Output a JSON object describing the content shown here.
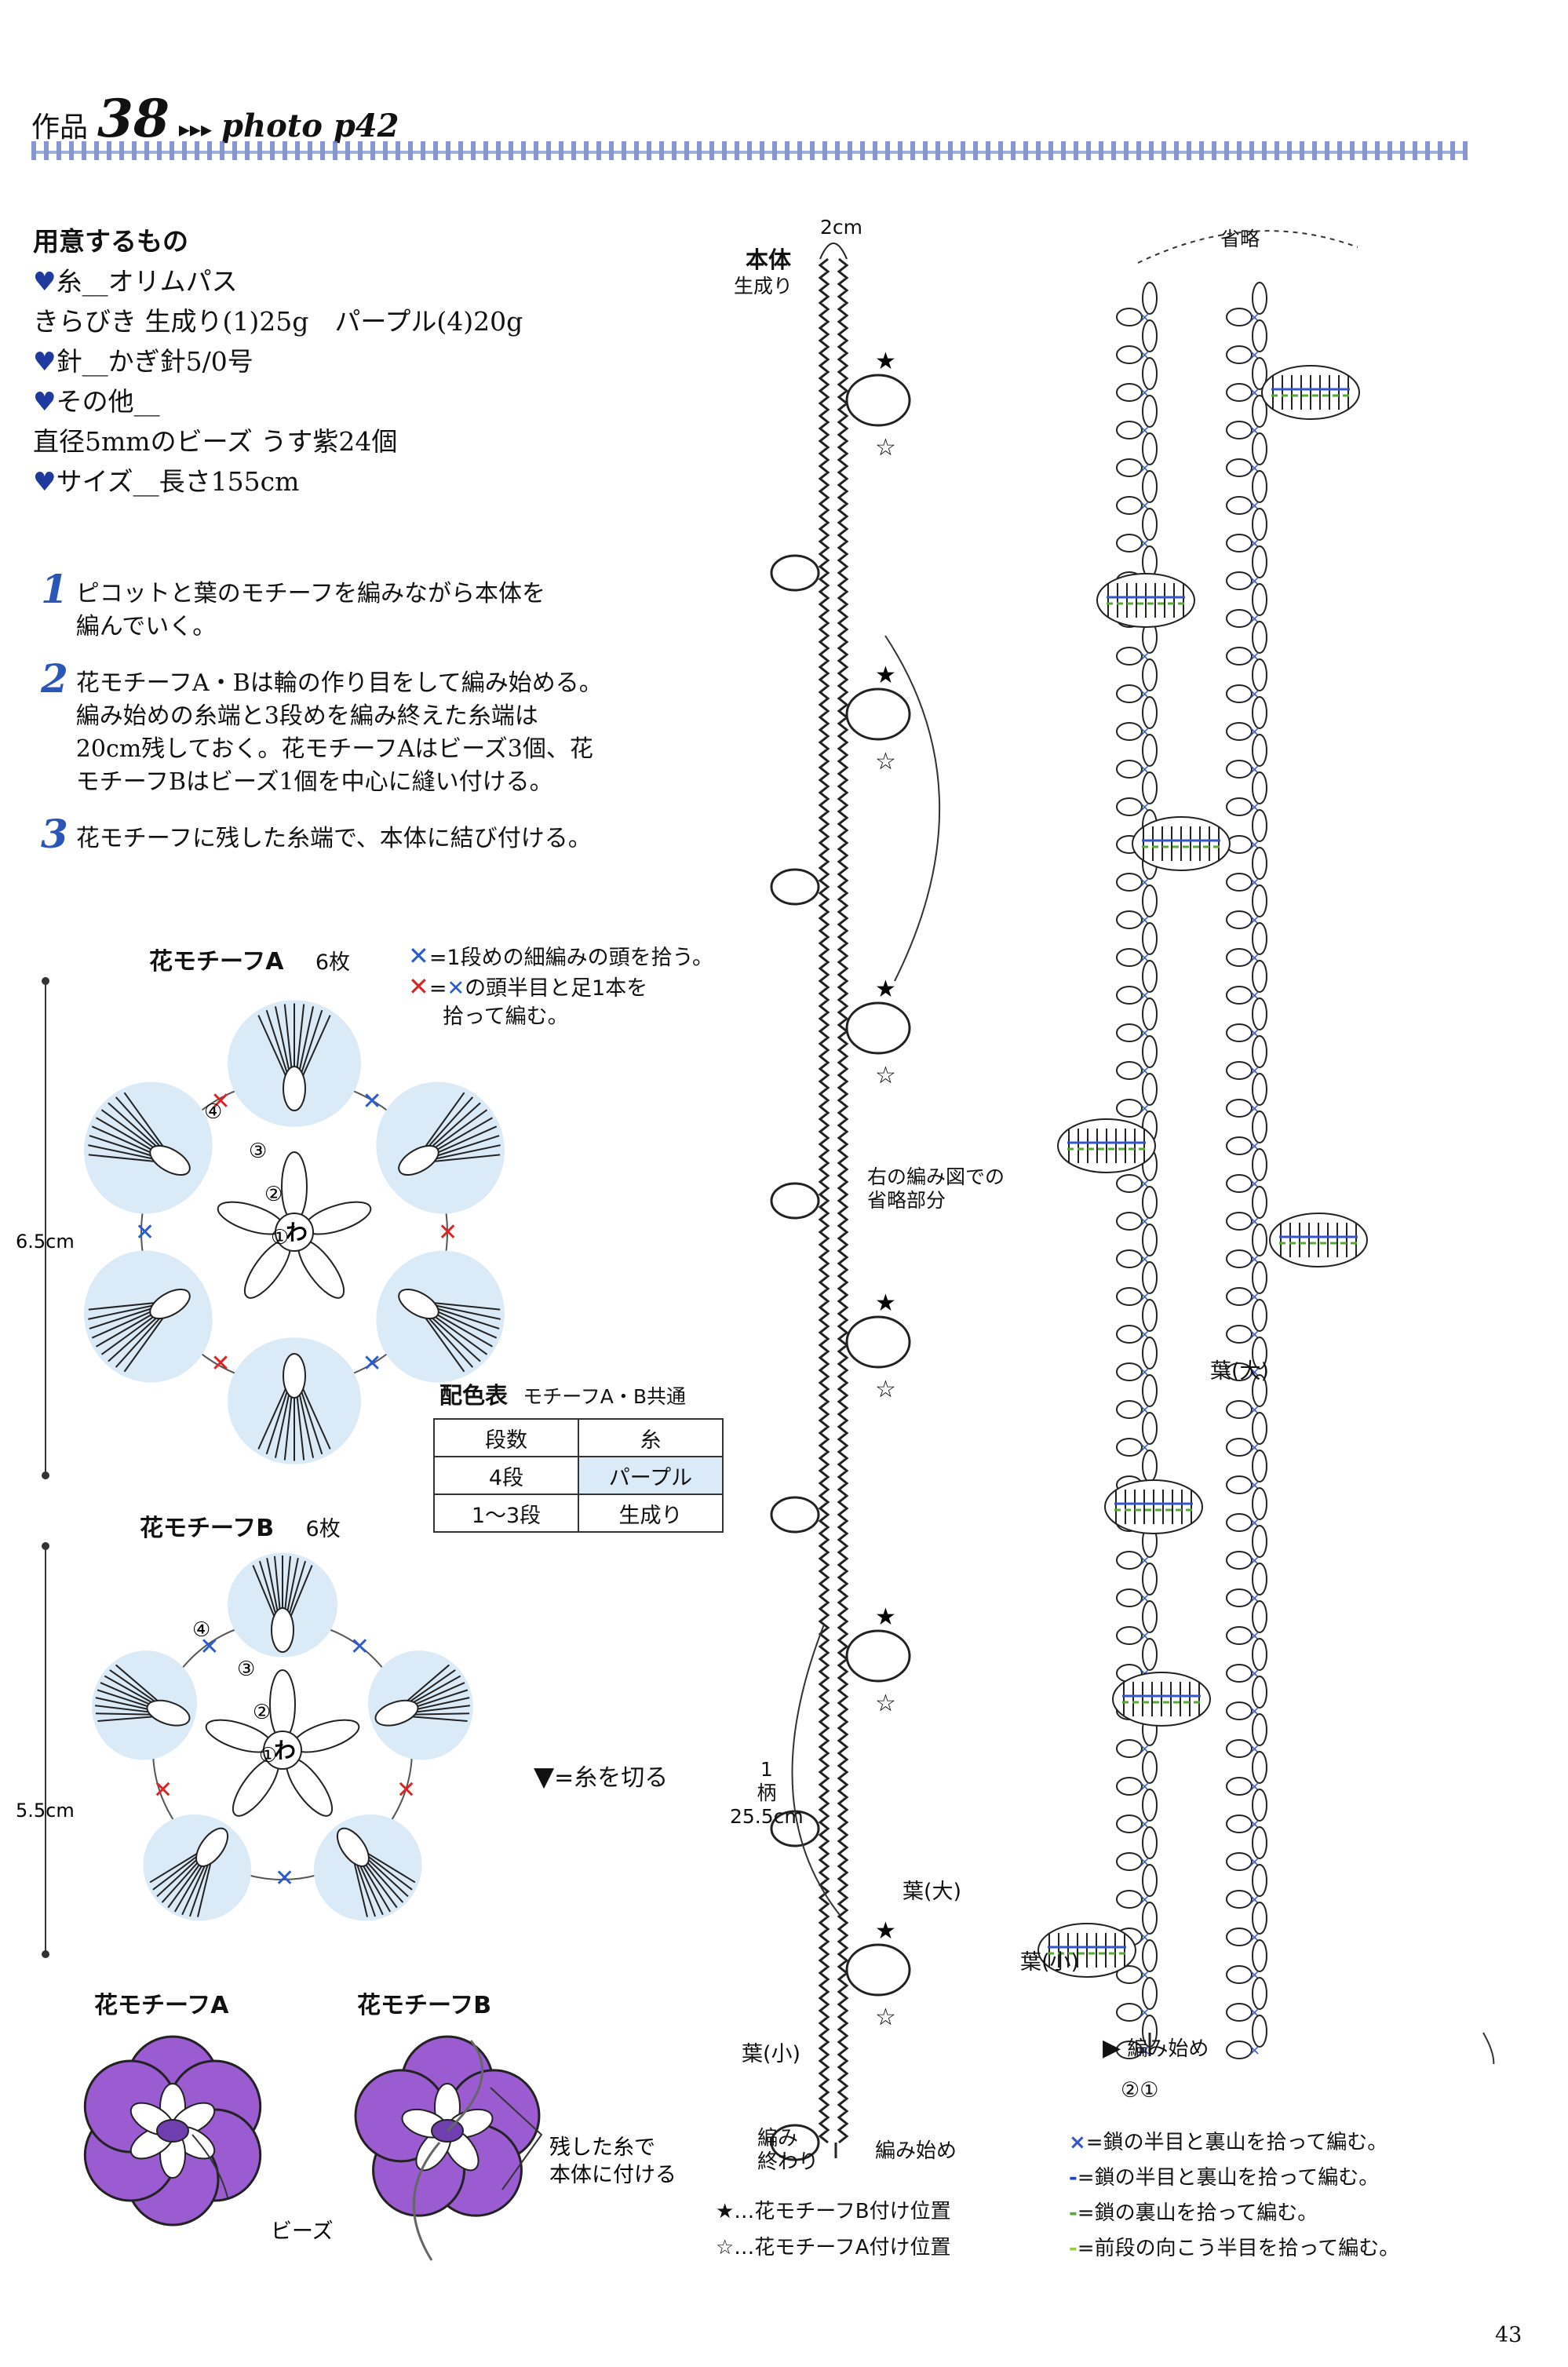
{
  "header": {
    "work_prefix": "作品",
    "work_number": "38",
    "arrows": "▸▸▸",
    "photo_ref": "photo p42"
  },
  "materials": {
    "heading": "用意するもの",
    "yarn_label": "糸__オリムパス",
    "yarn_detail": "きらびき 生成り(1)25g　パープル(4)20g",
    "needle": "針__かぎ針5/0号",
    "other_label": "その他__",
    "other_detail": "直径5mmのビーズ うす紫24個",
    "size": "サイズ__長さ155cm"
  },
  "steps": [
    {
      "num": "1",
      "lines": [
        "ピコットと葉のモチーフを編みながら本体を",
        "編んでいく。"
      ]
    },
    {
      "num": "2",
      "lines": [
        "花モチーフA・Bは輪の作り目をして編み始める。",
        "編み始めの糸端と3段めを編み終えた糸端は",
        "20cm残しておく。花モチーフAはビーズ3個、花",
        "モチーフBはビーズ1個を中心に縫い付ける。"
      ]
    },
    {
      "num": "3",
      "lines": [
        "花モチーフに残した糸端で、本体に結び付ける。"
      ]
    }
  ],
  "motif_a": {
    "title": "花モチーフA",
    "count": "6枚",
    "size_label": "6.5cm",
    "round_labels": [
      "①",
      "②",
      "③",
      "④"
    ],
    "center": "わ"
  },
  "motif_b": {
    "title": "花モチーフB",
    "count": "6枚",
    "size_label": "5.5cm",
    "round_labels": [
      "①",
      "②",
      "③",
      "④"
    ],
    "center": "わ"
  },
  "legend_cross": {
    "blue": "=1段めの細編みの頭を拾う。",
    "red_line1": "=",
    "red_line1b": "の頭半目と足1本を",
    "red_line2": "拾って編む。"
  },
  "color_table": {
    "title": "配色表",
    "subtitle": "モチーフA・B共通",
    "headers": [
      "段数",
      "糸"
    ],
    "rows": [
      [
        "4段",
        "パープル"
      ],
      [
        "1〜3段",
        "生成り"
      ]
    ],
    "highlight_color": "#dbeaf7"
  },
  "cut_mark": "=糸を切る",
  "finished": {
    "a_title": "花モチーフA",
    "b_title": "花モチーフB",
    "beads_label": "ビーズ",
    "attach_line1": "残した糸で",
    "attach_line2": "本体に付ける",
    "petal_color": "#9b5bd1"
  },
  "body": {
    "title": "本体",
    "color": "生成り",
    "width_label": "2cm",
    "omitted_label_1": "右の編み図での",
    "omitted_label_2": "省略部分",
    "pattern_label_1": "1",
    "pattern_label_2": "柄",
    "pattern_label_3": "25.5cm",
    "leaf_large": "葉(大)",
    "leaf_small": "葉(小)",
    "end_label_1": "編み",
    "end_label_2": "終わり",
    "start_label": "編み始め",
    "legend_black": "★…花モチーフB付け位置",
    "legend_white": "☆…花モチーフA付け位置"
  },
  "right_chart": {
    "omitted": "省略",
    "leaf_large": "葉(大)",
    "leaf_small": "葉(小)",
    "start": "編み始め",
    "start_rows": "②①",
    "legend": [
      {
        "mark": "×",
        "text": "=鎖の半目と裏山を拾って編む。",
        "color": "#3355cc"
      },
      {
        "mark": "-",
        "text": "=鎖の半目と裏山を拾って編む。",
        "color": "#2244bb"
      },
      {
        "mark": "-",
        "text": "=鎖の裏山を拾って編む。",
        "color": "#55aa33"
      },
      {
        "mark": "-",
        "text": "=前段の向こう半目を拾って編む。",
        "color": "#99cc44"
      }
    ]
  },
  "page_number": "43"
}
